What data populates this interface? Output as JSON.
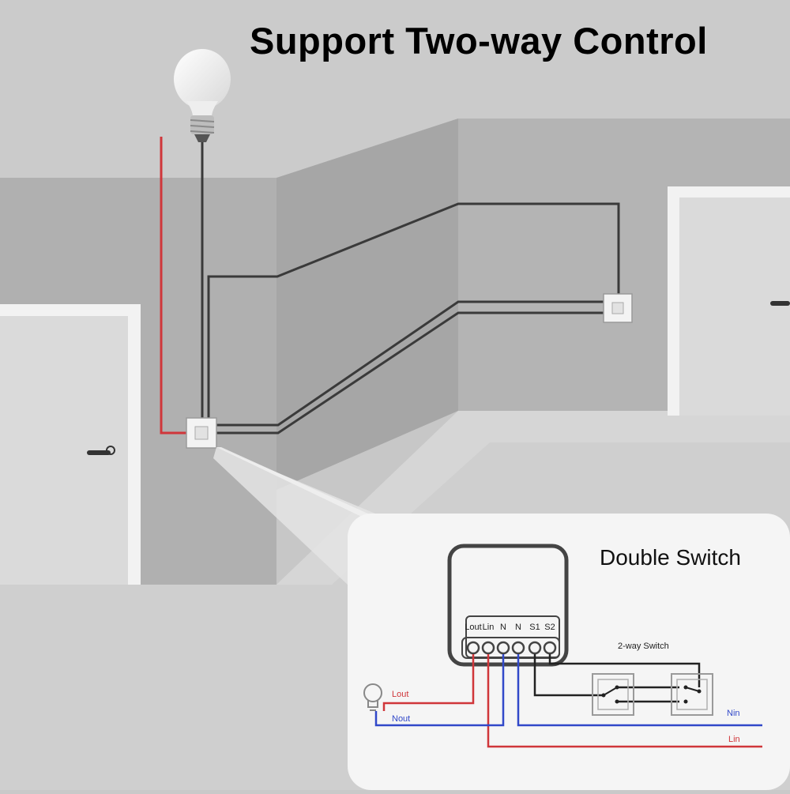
{
  "header": {
    "title": "Support Two-way Control"
  },
  "diagram": {
    "title": "Double Switch",
    "terminals": [
      "Lout",
      "Lin",
      "N",
      "N",
      "S1",
      "S2"
    ],
    "switch_group_label": "2-way Switch",
    "wires": {
      "lamp_live": "Lout",
      "lamp_neutral": "Nout",
      "neutral_in": "Nin",
      "live_in": "Lin"
    },
    "colors": {
      "live": "#d0363a",
      "neutral": "#3148c9",
      "control": "#222222"
    }
  }
}
